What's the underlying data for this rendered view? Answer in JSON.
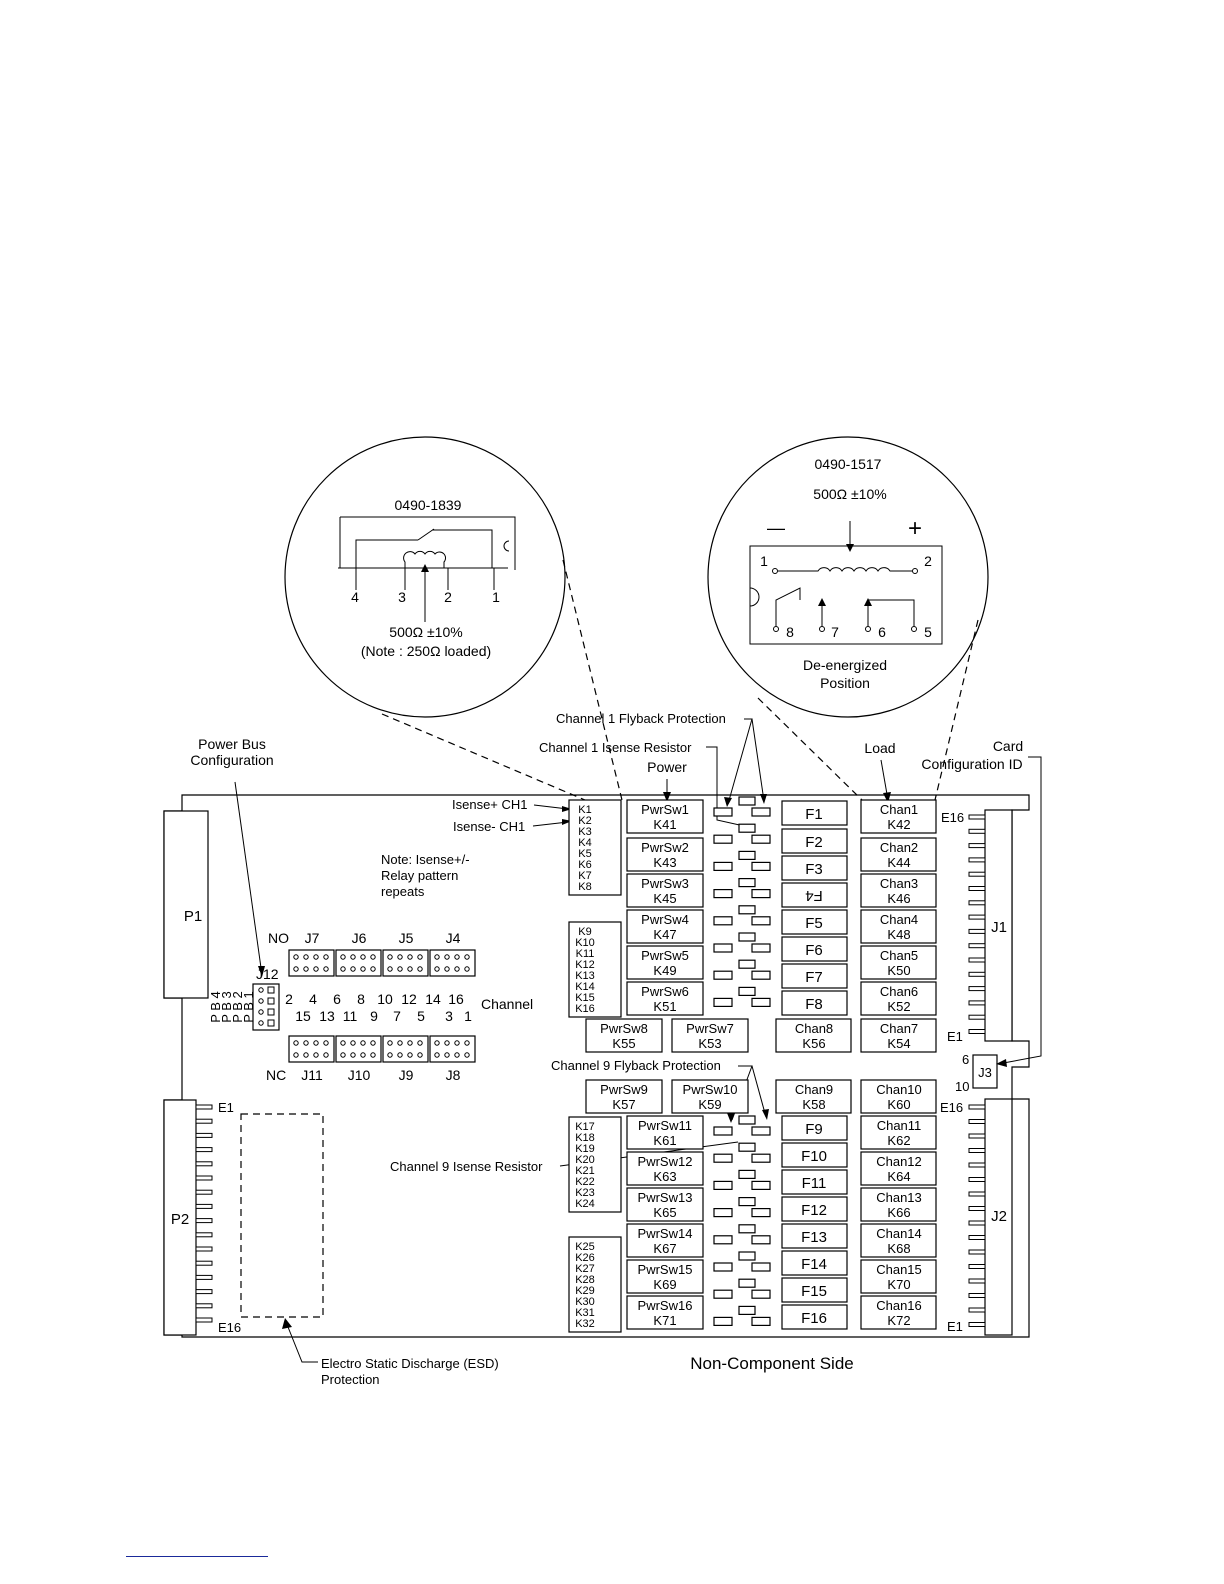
{
  "left_inset": {
    "part_number": "0490-1839",
    "pin_labels": [
      "4",
      "3",
      "2",
      "1"
    ],
    "resistance": "500Ω ±10%",
    "note": "(Note : 250Ω loaded)"
  },
  "right_inset": {
    "part_number": "0490-1517",
    "resistance": "500Ω ±10%",
    "polarity_minus": "—",
    "polarity_plus": "+",
    "pin_labels": [
      "1",
      "2",
      "8",
      "7",
      "6",
      "5"
    ],
    "position_label_line1": "De-energized",
    "position_label_line2": "Position"
  },
  "callouts": {
    "ch1_flyback": "Channel 1 Flyback Protection",
    "ch1_isense_resistor": "Channel 1 Isense Resistor",
    "power": "Power",
    "load": "Load",
    "card_config_line1": "Card",
    "card_config_line2": "Configuration ID",
    "power_bus_line1": "Power Bus",
    "power_bus_line2": "Configuration",
    "isense_plus": "Isense+ CH1",
    "isense_minus": "Isense- CH1",
    "note_line1": "Note: Isense+/-",
    "note_line2": "Relay pattern",
    "note_line3": "repeats",
    "ch9_flyback": "Channel 9 Flyback Protection",
    "ch9_isense_resistor": "Channel 9 Isense Resistor",
    "esd_line1": "Electro Static Discharge (ESD)",
    "esd_line2": "Protection",
    "side": "Non-Component Side"
  },
  "connectors": {
    "p1": "P1",
    "p2": "P2",
    "j1": "J1",
    "j2": "J2",
    "j3": "J3",
    "j12": "J12",
    "no": "NO",
    "nc": "NC",
    "channel": "Channel",
    "e1": "E1",
    "e16": "E16",
    "j3_pin6": "6",
    "j3_pin10": "10",
    "bus_cols": [
      "P B 4",
      "P B 3",
      "P B 2",
      "P B 1"
    ],
    "top_headers": [
      "J7",
      "J6",
      "J5",
      "J4"
    ],
    "bottom_headers": [
      "J11",
      "J10",
      "J9",
      "J8"
    ],
    "even_channels": [
      "2",
      "4",
      "6",
      "8",
      "10",
      "12",
      "14",
      "16"
    ],
    "odd_channels": [
      "15",
      "13",
      "11",
      "9",
      "7",
      "5",
      "3",
      "1"
    ]
  },
  "isense_groups": [
    [
      "K1",
      "K2",
      "K3",
      "K4",
      "K5",
      "K6",
      "K7",
      "K8"
    ],
    [
      "K9",
      "K10",
      "K11",
      "K12",
      "K13",
      "K14",
      "K15",
      "K16"
    ],
    [
      "K17",
      "K18",
      "K19",
      "K20",
      "K21",
      "K22",
      "K23",
      "K24"
    ],
    [
      "K25",
      "K26",
      "K27",
      "K28",
      "K29",
      "K30",
      "K31",
      "K32"
    ]
  ],
  "power_relays": [
    {
      "name": "PwrSw1",
      "k": "K41"
    },
    {
      "name": "PwrSw2",
      "k": "K43"
    },
    {
      "name": "PwrSw3",
      "k": "K45"
    },
    {
      "name": "PwrSw4",
      "k": "K47"
    },
    {
      "name": "PwrSw5",
      "k": "K49"
    },
    {
      "name": "PwrSw6",
      "k": "K51"
    },
    {
      "name": "PwrSw8",
      "k": "K55"
    },
    {
      "name": "PwrSw7",
      "k": "K53"
    },
    {
      "name": "PwrSw9",
      "k": "K57"
    },
    {
      "name": "PwrSw10",
      "k": "K59"
    },
    {
      "name": "PwrSw11",
      "k": "K61"
    },
    {
      "name": "PwrSw12",
      "k": "K63"
    },
    {
      "name": "PwrSw13",
      "k": "K65"
    },
    {
      "name": "PwrSw14",
      "k": "K67"
    },
    {
      "name": "PwrSw15",
      "k": "K69"
    },
    {
      "name": "PwrSw16",
      "k": "K71"
    }
  ],
  "fuses": [
    "F1",
    "F2",
    "F3",
    "F4",
    "F5",
    "F6",
    "F7",
    "F8",
    "F9",
    "F10",
    "F11",
    "F12",
    "F13",
    "F14",
    "F15",
    "F16"
  ],
  "load_relays": [
    {
      "name": "Chan1",
      "k": "K42"
    },
    {
      "name": "Chan2",
      "k": "K44"
    },
    {
      "name": "Chan3",
      "k": "K46"
    },
    {
      "name": "Chan4",
      "k": "K48"
    },
    {
      "name": "Chan5",
      "k": "K50"
    },
    {
      "name": "Chan6",
      "k": "K52"
    },
    {
      "name": "Chan8",
      "k": "K56"
    },
    {
      "name": "Chan7",
      "k": "K54"
    },
    {
      "name": "Chan9",
      "k": "K58"
    },
    {
      "name": "Chan10",
      "k": "K60"
    },
    {
      "name": "Chan11",
      "k": "K62"
    },
    {
      "name": "Chan12",
      "k": "K64"
    },
    {
      "name": "Chan13",
      "k": "K66"
    },
    {
      "name": "Chan14",
      "k": "K68"
    },
    {
      "name": "Chan15",
      "k": "K70"
    },
    {
      "name": "Chan16",
      "k": "K72"
    }
  ]
}
